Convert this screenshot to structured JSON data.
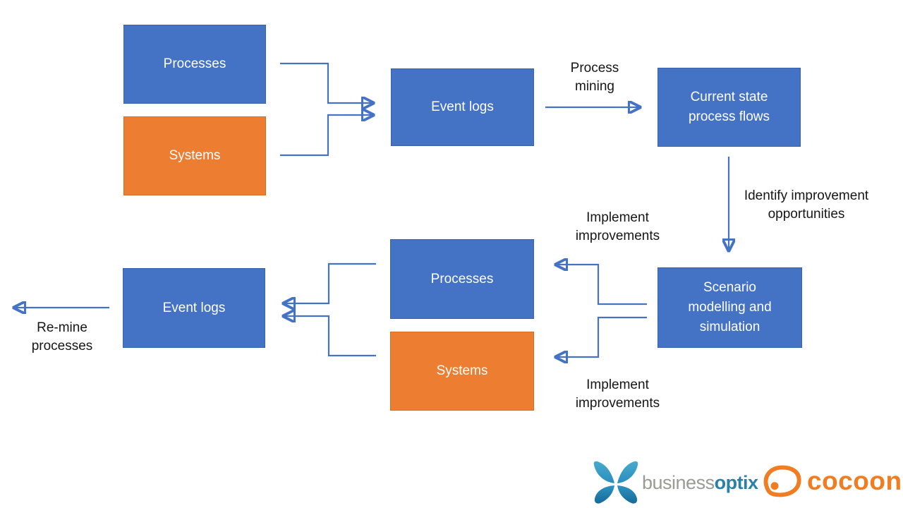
{
  "colors": {
    "box_blue": "#4472C4",
    "box_orange": "#ED7D31",
    "arrow_blue": "#4472C4",
    "box_text": "#ffffff",
    "annotation_text": "#161616",
    "logo_teal": "#2b7fa8",
    "logo_gray": "#9a9a98",
    "logo_orange": "#F07D22"
  },
  "nodes": {
    "processes_top": {
      "label": "Processes"
    },
    "systems_top": {
      "label": "Systems"
    },
    "event_logs_top": {
      "label": "Event logs"
    },
    "current_state": {
      "lines": [
        "Current state",
        "process flows"
      ]
    },
    "scenario": {
      "lines": [
        "Scenario",
        "modelling and",
        "simulation"
      ]
    },
    "processes_mid": {
      "label": "Processes"
    },
    "systems_mid": {
      "label": "Systems"
    },
    "event_logs_bottom": {
      "label": "Event logs"
    }
  },
  "annotations": {
    "process_mining": {
      "lines": [
        "Process",
        "mining"
      ]
    },
    "identify_improvement": {
      "lines": [
        "Identify improvement",
        "opportunities"
      ]
    },
    "implement_improvements_top": {
      "lines": [
        "Implement",
        "improvements"
      ]
    },
    "implement_improvements_bottom": {
      "lines": [
        "Implement",
        "improvements"
      ]
    },
    "remine_processes": {
      "lines": [
        "Re-mine",
        "processes"
      ]
    }
  },
  "logos": {
    "businessoptix": {
      "text_gray": "business",
      "text_teal": "optix"
    },
    "cocoon": {
      "text": "cocoon"
    }
  }
}
